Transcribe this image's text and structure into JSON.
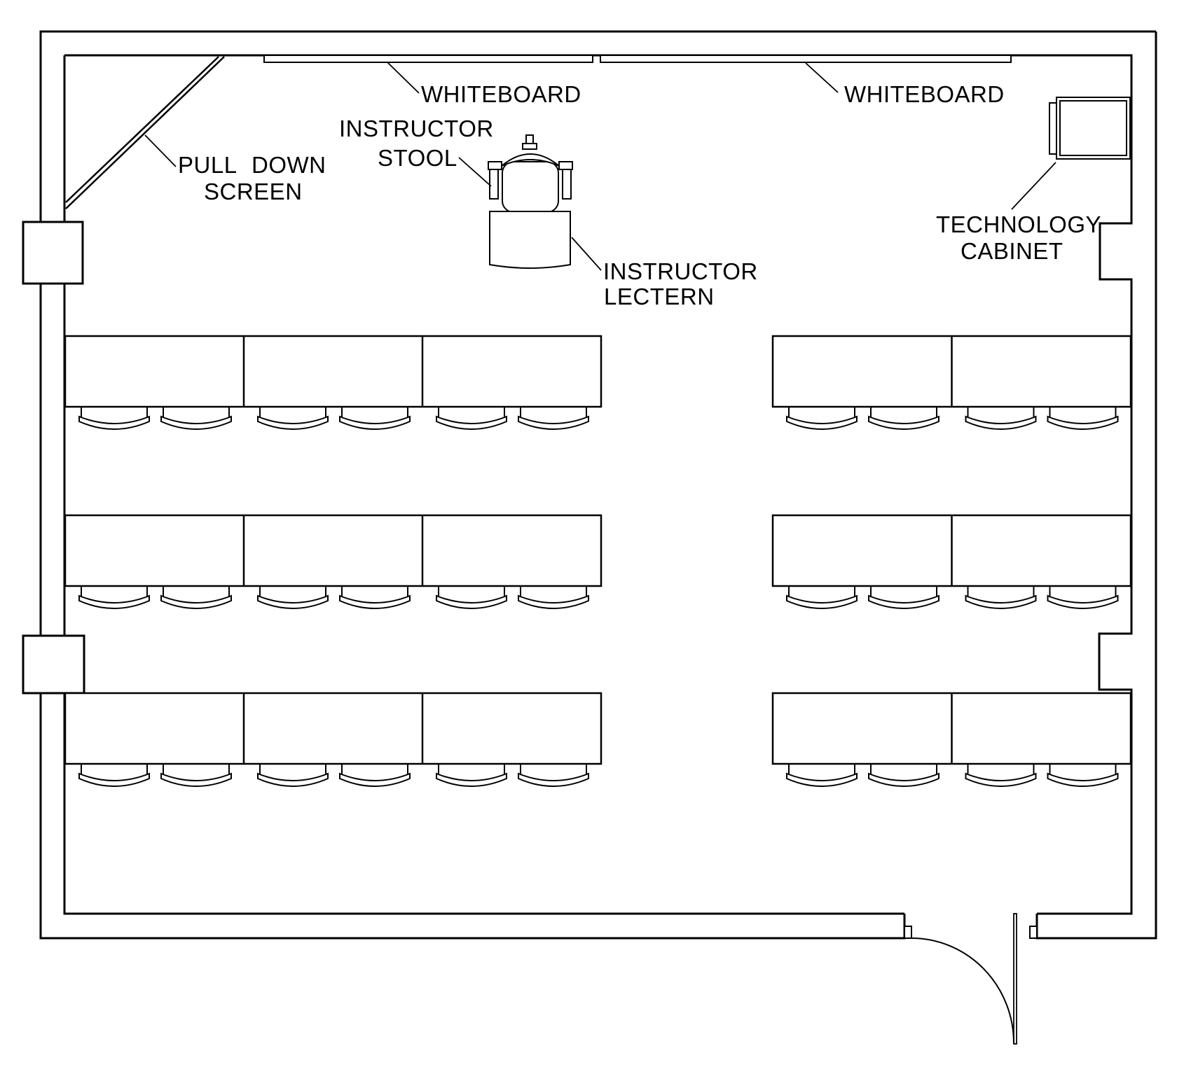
{
  "labels": {
    "whiteboard_left": {
      "line1": "WHITEBOARD"
    },
    "whiteboard_right": {
      "line1": "WHITEBOARD"
    },
    "instructor_stool": {
      "line1": "INSTRUCTOR",
      "line2": "STOOL"
    },
    "pull_down_screen": {
      "line1": "PULL DOWN",
      "line2": "SCREEN"
    },
    "instructor_lectern": {
      "line1": "INSTRUCTOR",
      "line2": "LECTERN"
    },
    "technology_cabinet": {
      "line1": "TECHNOLOGY",
      "line2": "CABINET"
    }
  },
  "colors": {
    "line": "#000000",
    "background": "#ffffff"
  },
  "furniture": {
    "left_block": {
      "rows": 3,
      "tables_per_row": 3,
      "chairs_per_table": 2
    },
    "right_block": {
      "rows": 3,
      "tables_per_row": 2,
      "chairs_per_table": 2
    }
  },
  "fixtures": [
    "pull-down-screen",
    "whiteboard-left",
    "whiteboard-right",
    "instructor-stool",
    "instructor-lectern",
    "technology-cabinet",
    "door"
  ]
}
